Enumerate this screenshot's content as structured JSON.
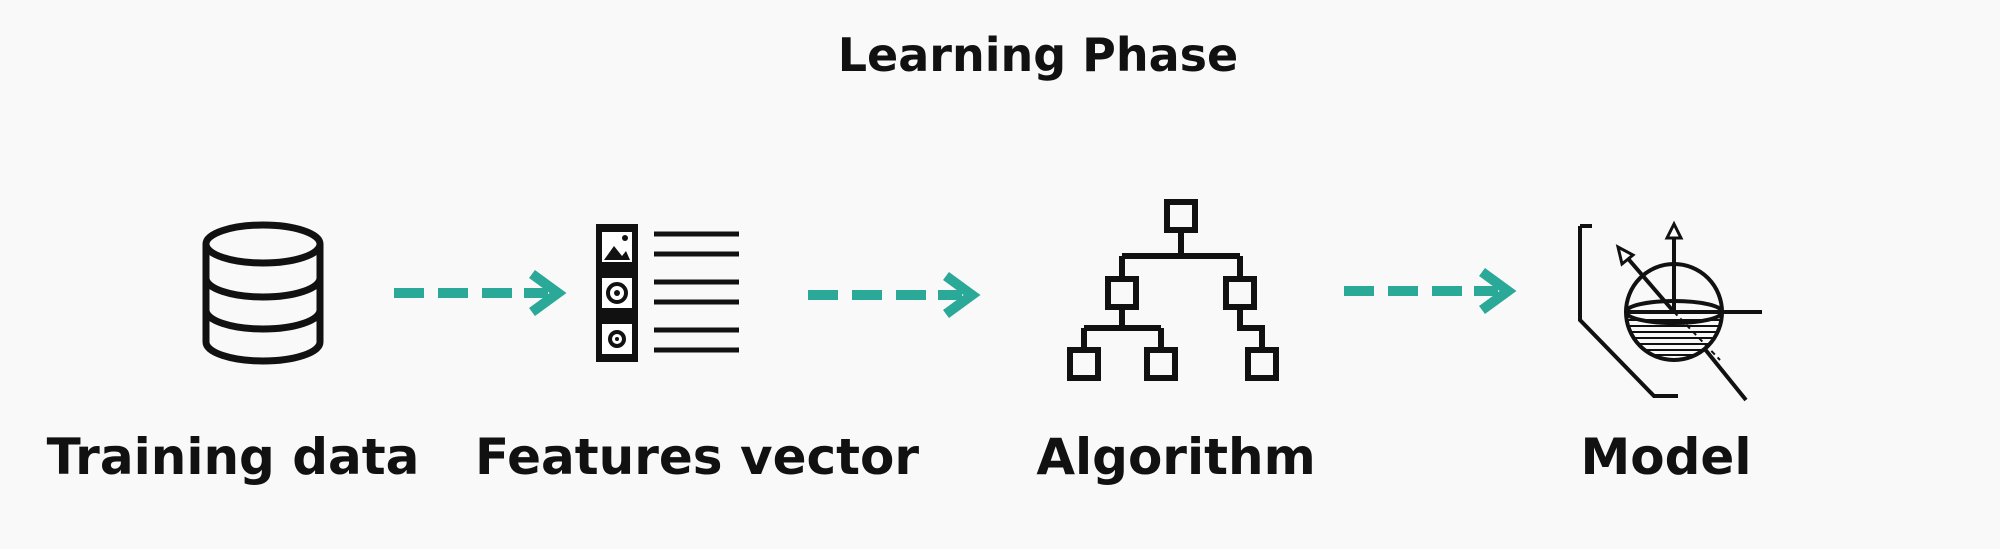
{
  "diagram": {
    "title": "Learning Phase",
    "nodes": [
      {
        "id": "training-data",
        "label": "Training data",
        "icon": "database-icon"
      },
      {
        "id": "features-vector",
        "label": "Features vector",
        "icon": "feature-list-icon"
      },
      {
        "id": "algorithm",
        "label": "Algorithm",
        "icon": "tree-hierarchy-icon"
      },
      {
        "id": "model",
        "label": "Model",
        "icon": "sphere-model-icon"
      }
    ],
    "edges": [
      {
        "from": "training-data",
        "to": "features-vector",
        "style": "dashed-arrow"
      },
      {
        "from": "features-vector",
        "to": "algorithm",
        "style": "dashed-arrow"
      },
      {
        "from": "algorithm",
        "to": "model",
        "style": "dashed-arrow"
      }
    ],
    "colors": {
      "arrow": "#2aa898",
      "ink": "#111111",
      "background": "#f9f9f9"
    }
  }
}
